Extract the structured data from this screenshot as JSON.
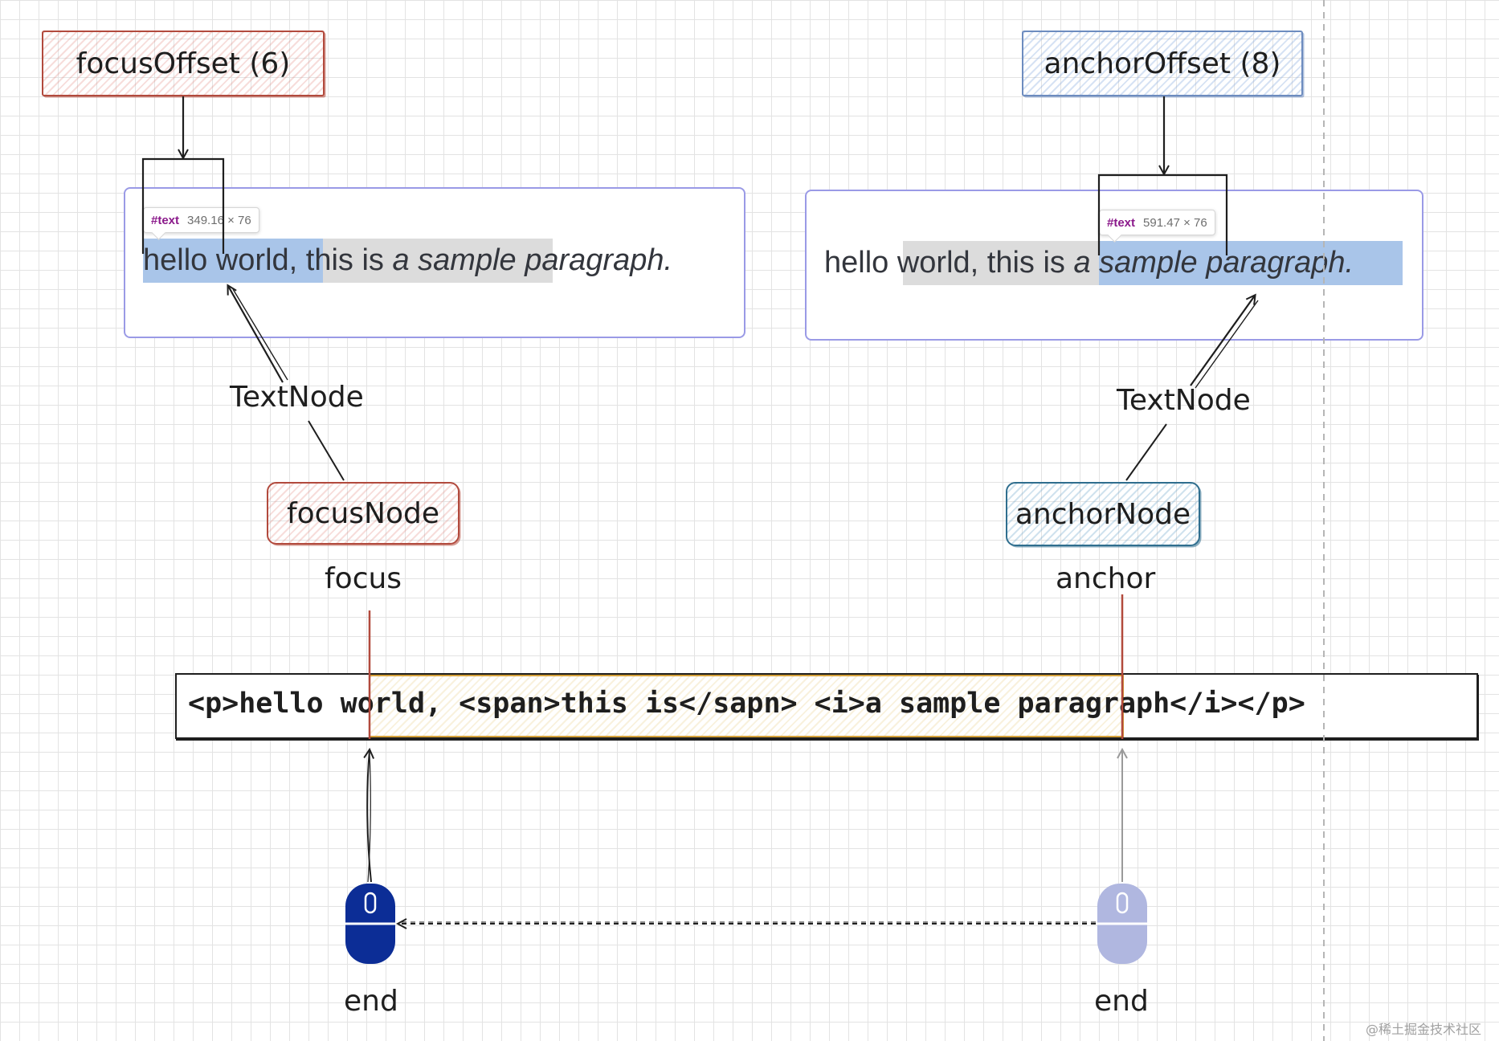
{
  "labels": {
    "focus_offset": "focusOffset (6)",
    "anchor_offset": "anchorOffset (8)",
    "focus_node": "focusNode",
    "anchor_node": "anchorNode",
    "text_node_left": "TextNode",
    "text_node_right": "TextNode",
    "focus": "focus",
    "anchor": "anchor",
    "end_left": "end",
    "end_right": "end"
  },
  "left_panel": {
    "tooltip_tag": "#text",
    "tooltip_size": "349.16 × 76",
    "text_a": "hello world, ",
    "text_b": "this is ",
    "text_c": "a sample",
    "text_d": " paragraph."
  },
  "right_panel": {
    "tooltip_tag": "#text",
    "tooltip_size": "591.47 × 76",
    "text_a": "hello world, ",
    "text_b": "this is ",
    "text_c": "a sample",
    "text_d": " paragraph."
  },
  "code": {
    "part1": "<p>hello ",
    "part2": "world, <span>this is</sapn> <i>a sample",
    "part3": " paragraph</i></p>"
  },
  "colors": {
    "focus_red": "#b24a3d",
    "anchor_blue": "#6d8cbf",
    "anchor_node_teal": "#2f6e8e",
    "panel_border": "#9a9ae6",
    "selection_blue": "#6296d7",
    "range_gold": "#d6a23a",
    "mouse_active": "#0c2d96",
    "mouse_inactive": "#b0b7e0"
  },
  "icons": {
    "left_mouse": "mouse-icon",
    "right_mouse": "mouse-icon"
  },
  "watermark": "@稀土掘金技术社区"
}
